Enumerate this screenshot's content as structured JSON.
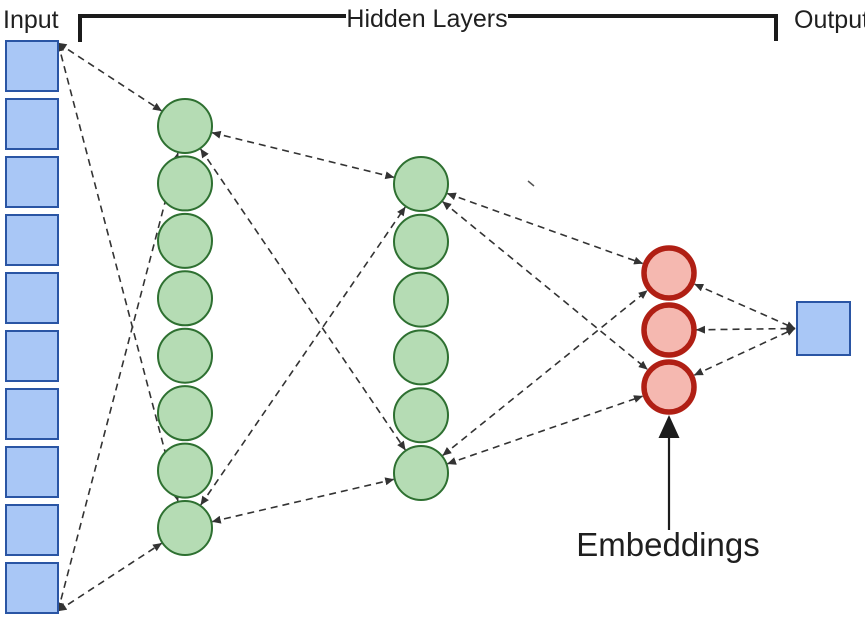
{
  "diagram": {
    "type": "neural-network-autoencoder",
    "labels": {
      "input": "Input",
      "hidden_layers": "Hidden Layers",
      "output": "Output",
      "embeddings": "Embeddings"
    },
    "layers": {
      "input": {
        "label": "input-layer",
        "shape": "square",
        "count": 10,
        "fill": "#a9c7f6",
        "stroke": "#2a55a4"
      },
      "hidden1": {
        "label": "hidden-layer-1",
        "shape": "circle",
        "count": 8,
        "fill": "#b5dcb4",
        "stroke": "#2e7031"
      },
      "hidden2": {
        "label": "hidden-layer-2",
        "shape": "circle",
        "count": 6,
        "fill": "#b5dcb4",
        "stroke": "#2e7031"
      },
      "embedding": {
        "label": "embedding-layer",
        "shape": "circle",
        "count": 3,
        "fill": "#f5b8b0",
        "stroke": "#b01f14"
      },
      "output": {
        "label": "output-layer",
        "shape": "square",
        "count": 1,
        "fill": "#a9c7f6",
        "stroke": "#2a55a4"
      }
    },
    "connection_color": "#333333",
    "annotation_color": "#1c1c1c",
    "text_color": "#1f1f1f"
  }
}
